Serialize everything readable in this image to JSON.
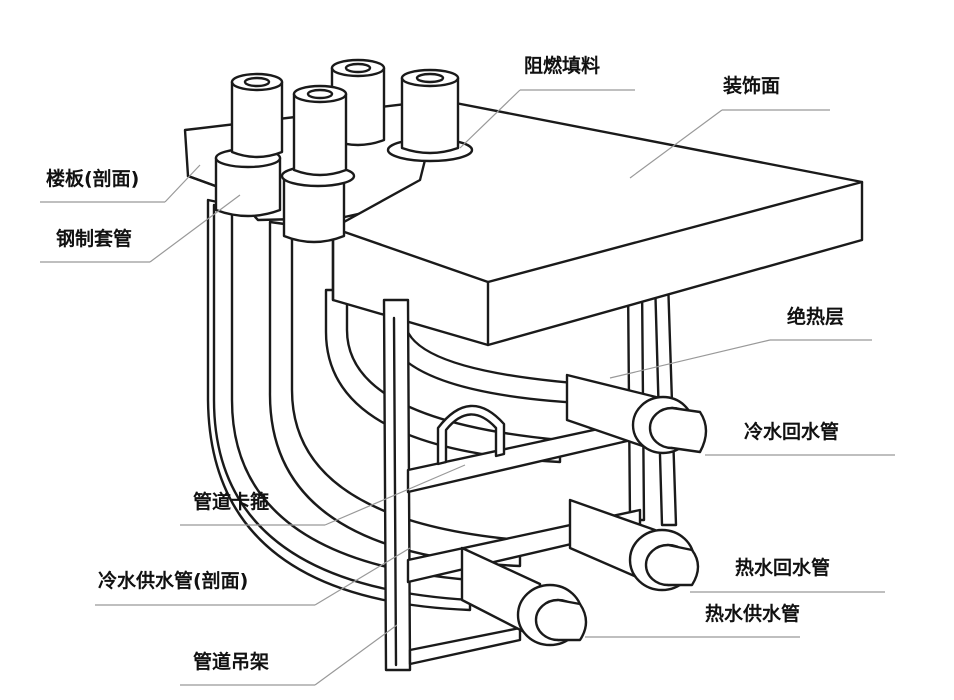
{
  "labels": {
    "fire_retardant_fill": "阻燃填料",
    "decorative_surface": "装饰面",
    "floor_slab_section": "楼板(剖面)",
    "steel_sleeve": "钢制套管",
    "insulation_layer": "绝热层",
    "chilled_water_return": "冷水回水管",
    "pipe_clamp": "管道卡箍",
    "chilled_water_supply_section": "冷水供水管(剖面)",
    "hot_water_return": "热水回水管",
    "hot_water_supply": "热水供水管",
    "pipe_hanger": "管道吊架"
  },
  "colors": {
    "stroke": "#1a1a1a",
    "fill": "#ffffff",
    "callout": "#999999"
  }
}
